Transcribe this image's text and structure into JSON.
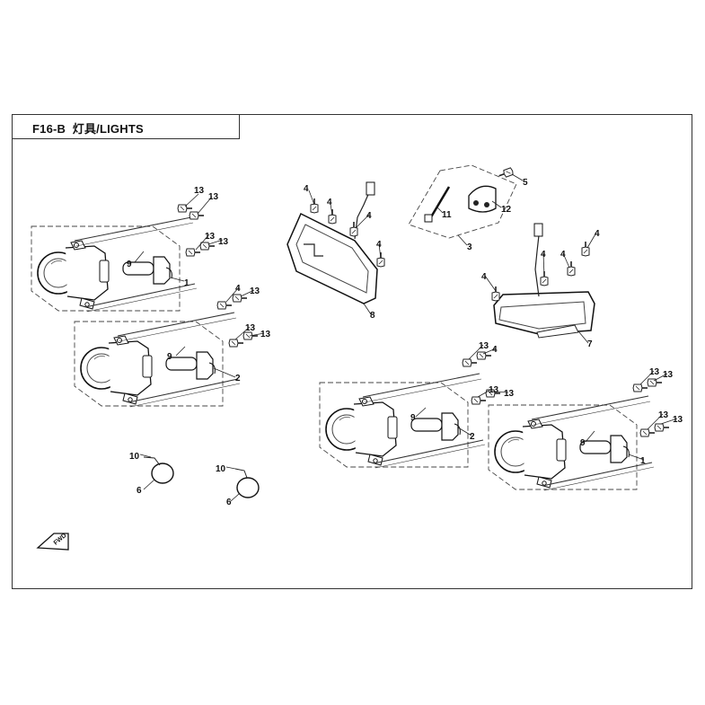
{
  "title": {
    "code": "F16-B",
    "name": "灯具/LIGHTS"
  },
  "callouts": {
    "c13": "13",
    "c9": "9",
    "c1": "1",
    "c2": "2",
    "c4": "4",
    "c8": "8",
    "c11": "11",
    "c12": "12",
    "c5": "5",
    "c3": "3",
    "c7": "7",
    "c10": "10",
    "c6": "6"
  },
  "direction_marker": {
    "label": "FWD"
  }
}
